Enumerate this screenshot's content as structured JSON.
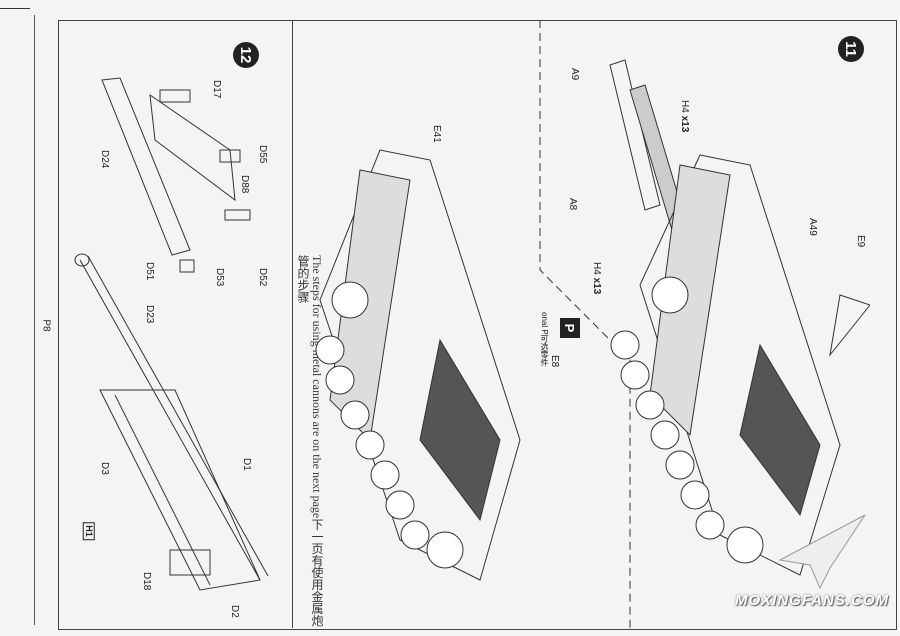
{
  "page_number": "P8",
  "step12": {
    "number": "12",
    "labels": {
      "d17": "D17",
      "d55": "D55",
      "d24": "D24",
      "d88": "D88",
      "d51": "D51",
      "d53": "D53",
      "d52": "D52",
      "d23": "D23",
      "d3": "D3",
      "d1": "D1",
      "h1": "H1",
      "d18": "D18",
      "d2": "D2"
    }
  },
  "note": {
    "en": "The steps for using metal cannons are on the next page",
    "zh": "下一页有使用金属炮管的步骤"
  },
  "middle": {
    "labels": {
      "e41": "E41",
      "e8": "E8"
    }
  },
  "optional": {
    "icon": "P",
    "label_en": "onal P",
    "label_zh": "可选零件"
  },
  "step11": {
    "number": "11",
    "labels": {
      "a9": "A9",
      "h4a": "H4",
      "x13a": "x13",
      "a8": "A8",
      "h4b": "H4",
      "x13b": "x13",
      "a49": "A49",
      "e9": "E9"
    }
  },
  "watermark": "MOXINGFANS.COM"
}
